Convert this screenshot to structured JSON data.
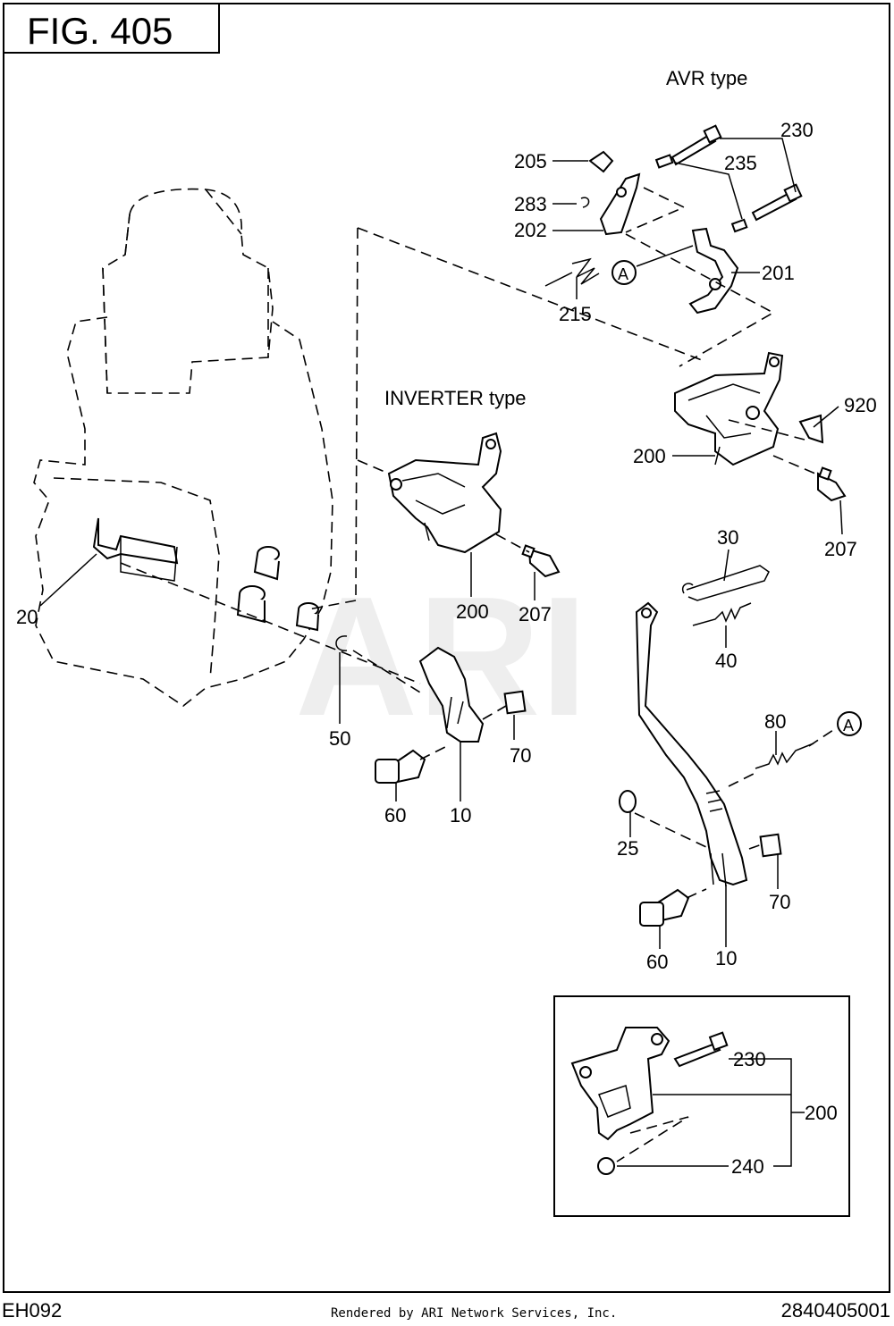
{
  "header": {
    "figure_label": "FIG.  405"
  },
  "footer": {
    "left_code": "EH092",
    "rendered_by": "Rendered by ARI Network Services, Inc.",
    "right_code": "2840405001"
  },
  "watermark": "ARI",
  "sections": {
    "avr_type": "AVR type",
    "inverter_type": "INVERTER type"
  },
  "callouts": {
    "p230_top": "230",
    "p205": "205",
    "p235": "235",
    "p283": "283",
    "p202": "202",
    "pA_top": "A",
    "p201": "201",
    "p215": "215",
    "p920": "920",
    "p200_avr": "200",
    "p207_avr": "207",
    "p200_inv": "200",
    "p207_inv": "207",
    "p20": "20",
    "p50": "50",
    "p70_left": "70",
    "p60_left": "60",
    "p10_left": "10",
    "p30": "30",
    "p40": "40",
    "p80": "80",
    "pA_mid": "A",
    "p25": "25",
    "p70_right": "70",
    "p60_right": "60",
    "p10_right": "10",
    "p230_inset": "230",
    "p200_inset": "200",
    "p240_inset": "240"
  },
  "icons": [
    "engine-outline-drawing",
    "bracket-drawing",
    "lever-drawing",
    "spring-drawing",
    "bolt-drawing"
  ]
}
